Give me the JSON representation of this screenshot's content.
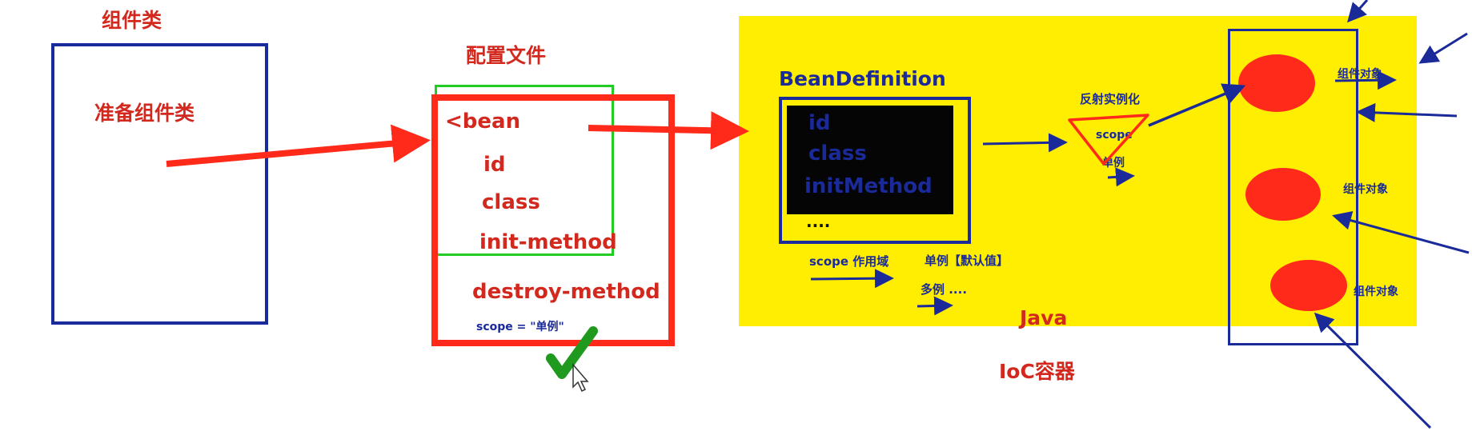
{
  "component": {
    "title": "组件类",
    "box_label": "准备组件类"
  },
  "config": {
    "title": "配置文件",
    "bean_tag": "<bean",
    "attr_id": "id",
    "attr_class": "class",
    "attr_init": "init-method",
    "attr_destroy": "destroy-method",
    "scope_note": "scope = \"单例\""
  },
  "ioc": {
    "bean_definition_title": "BeanDefinition",
    "bd_fields": [
      "id",
      "class",
      "initMethod"
    ],
    "bd_more": "....",
    "reflect_label": "反射实例化",
    "scope_label": "scope",
    "singleton_label": "单例",
    "scope_desc": "scope 作用域",
    "singleton_default": "单例【默认值】",
    "prototype": "多例 ....",
    "java_label": "Java",
    "container_label": "IoC容器",
    "objects": [
      "组件对象",
      "组件对象",
      "组件对象"
    ]
  },
  "colors": {
    "yellow": "#ffee00",
    "red": "#ff2a1a",
    "navy": "#1a2a99",
    "green": "#22cc22"
  }
}
